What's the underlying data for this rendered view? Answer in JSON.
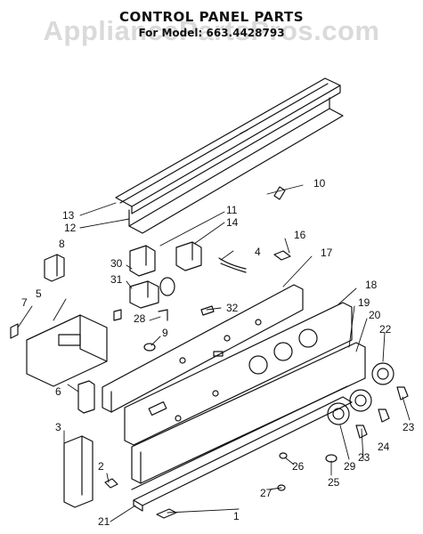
{
  "title": "CONTROL PANEL PARTS",
  "subtitle": "For Model: 663.4428793",
  "watermark": "AppliancePartsPros.com",
  "callouts": [
    "1",
    "2",
    "3",
    "4",
    "5",
    "6",
    "7",
    "8",
    "9",
    "10",
    "11",
    "12",
    "13",
    "14",
    "16",
    "17",
    "18",
    "19",
    "20",
    "21",
    "22",
    "23",
    "23",
    "24",
    "25",
    "26",
    "27",
    "28",
    "29",
    "30",
    "31",
    "32"
  ],
  "colors": {
    "ink": "#111111",
    "paper": "#ffffff",
    "watermark": "#969696"
  }
}
